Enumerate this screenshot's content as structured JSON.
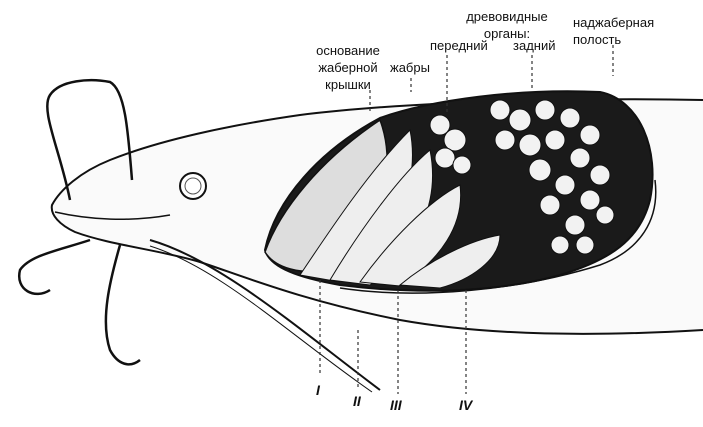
{
  "labels": {
    "tree_organs_title_1": "древовидные",
    "tree_organs_title_2": "органы:",
    "anterior": "передний",
    "posterior": "задний",
    "suprabranchial_1": "наджаберная",
    "suprabranchial_2": "полость",
    "operculum_base_1": "основание",
    "operculum_base_2": "жаберной",
    "operculum_base_3": "крышки",
    "gills": "жабры"
  },
  "section_marks": [
    "I",
    "II",
    "III",
    "IV"
  ]
}
